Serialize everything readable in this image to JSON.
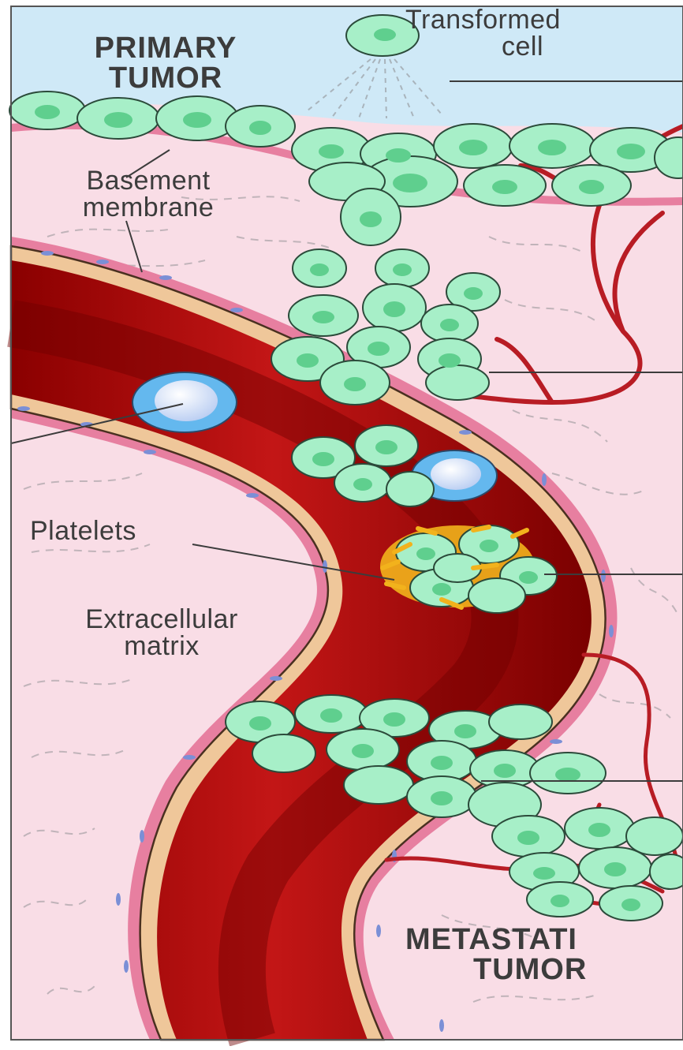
{
  "labels": {
    "primary_tumor": {
      "line1": "PRIMARY",
      "line2": "TUMOR"
    },
    "transformed_cell": {
      "line1": "Transformed",
      "line2": "cell"
    },
    "basement_membrane": {
      "line1": "Basement",
      "line2": "membrane"
    },
    "platelets": "Platelets",
    "extracellular_matrix": {
      "line1": "Extracellular",
      "line2": "matrix"
    },
    "metastatic_tumor": {
      "line1": "METASTATI",
      "line2": "TUMOR"
    }
  },
  "colors": {
    "sky": "#cfe9f7",
    "tissue": "#f9dde6",
    "basement": "#e77fa0",
    "vessel_wall": "#efc79a",
    "blood_dark": "#6e0000",
    "blood_light": "#c41818",
    "tumor_cell": "#a7efc8",
    "tumor_nucleus": "#5fcf8e",
    "capillary": "#b81c24",
    "platelet": "#f2b21c",
    "leukocyte_ring": "#64b8ee",
    "leukocyte_core": "#e8f2ff"
  }
}
